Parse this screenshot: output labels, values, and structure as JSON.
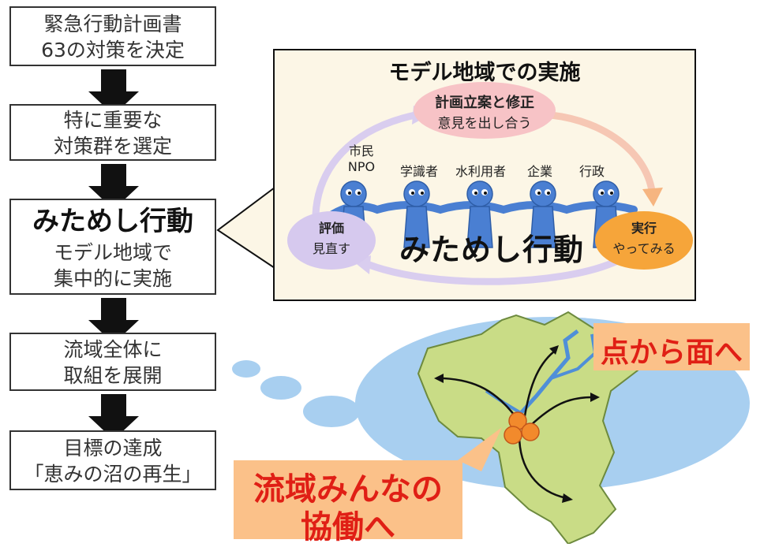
{
  "flow": {
    "step1": {
      "line1": "緊急行動計画書",
      "line2": "63の対策を決定"
    },
    "step2": {
      "line1": "特に重要な",
      "line2": "対策群を選定"
    },
    "step3": {
      "title": "みためし行動",
      "line1": "モデル地域で",
      "line2": "集中的に実施"
    },
    "step4": {
      "line1": "流域全体に",
      "line2": "取組を展開"
    },
    "step5": {
      "line1": "目標の達成",
      "line2": "「恵みの沼の再生」"
    }
  },
  "model": {
    "title": "モデル地域での実施",
    "plan": {
      "line1": "計画立案と修正",
      "line2": "意見を出し合う"
    },
    "evaluate": {
      "line1": "評価",
      "line2": "見直す"
    },
    "execute": {
      "line1": "実行",
      "line2": "やってみる"
    },
    "center_text": "みためし行動",
    "actors": [
      {
        "line1": "市民",
        "line2": "NPO"
      },
      {
        "line1": "学識者"
      },
      {
        "line1": "水利用者"
      },
      {
        "line1": "企業"
      },
      {
        "line1": "行政"
      }
    ]
  },
  "map": {
    "callout_point": "点から面へ",
    "callout_all": {
      "line1": "流域みんなの",
      "line2": "協働へ"
    }
  },
  "colors": {
    "figure_blue": "#4a7fd2",
    "pink_ellipse": "#f7c3c6",
    "lavender_ellipse": "#d6c9ee",
    "orange_ellipse": "#f6a53a",
    "callout_orange": "#fbc189",
    "callout_red": "#e01f15",
    "map_green": "#c9dc86",
    "cloud_blue": "#a8cff0"
  }
}
